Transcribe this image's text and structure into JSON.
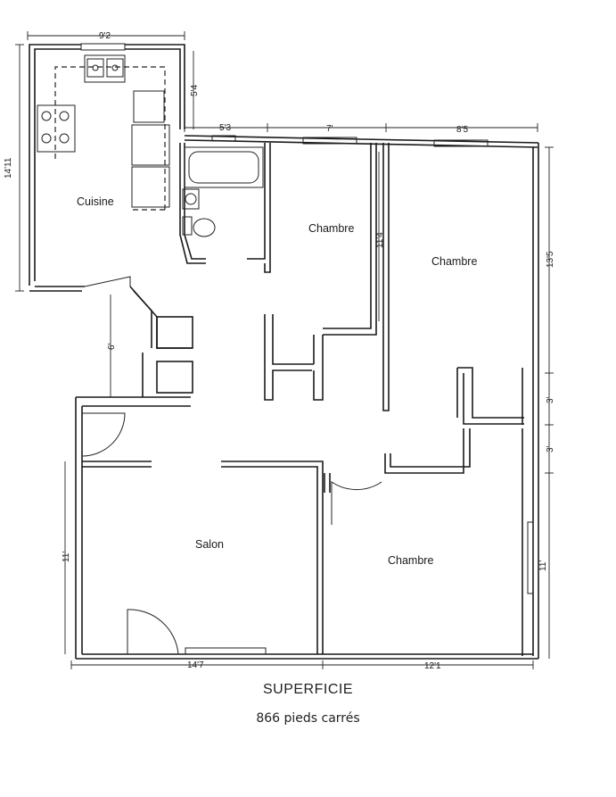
{
  "rooms": {
    "kitchen": "Cuisine",
    "bedroom_1": "Chambre",
    "bedroom_2": "Chambre",
    "bedroom_3": "Chambre",
    "living": "Salon"
  },
  "dimensions": {
    "kitchen_width": "9'2",
    "kitchen_depth": "14'11",
    "kitchen_offset": "5'4",
    "bath_width": "5'3",
    "bedroom1_width": "7'",
    "bedroom2_width": "8'5",
    "bedroom1_depth": "11'4",
    "bedroom2_depth": "13'5",
    "hall": "6'",
    "closet_1": "3'",
    "closet_2": "3'",
    "living_depth": "11'",
    "bedroom3_depth": "11'",
    "living_width": "14'7",
    "bedroom3_width": "12'1"
  },
  "caption": {
    "title": "SUPERFICIE",
    "area": "866 pieds carrés"
  }
}
